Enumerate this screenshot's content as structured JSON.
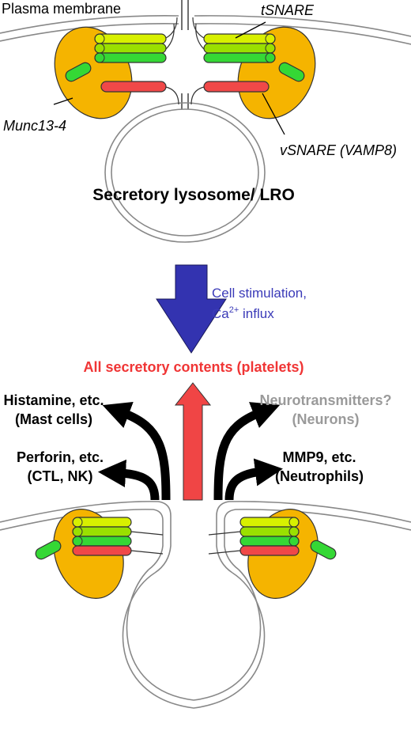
{
  "labels": {
    "plasma_membrane": "Plasma membrane",
    "tsnare": "tSNARE",
    "munc": "Munc13-4",
    "vsnare": "vSNARE (VAMP8)",
    "lysosome": "Secretory lysosome/ LRO",
    "stim_line1": "Cell stimulation,",
    "stim_ca": "Ca",
    "stim_sup": "2+",
    "stim_rest": " influx",
    "all_contents": "All secretory contents (platelets)",
    "histamine_1": "Histamine, etc.",
    "histamine_2": "(Mast cells)",
    "perforin_1": "Perforin, etc.",
    "perforin_2": "(CTL, NK)",
    "neuro_1": "Neurotransmitters?",
    "neuro_2": "(Neurons)",
    "mmp9_1": "MMP9, etc.",
    "mmp9_2": "(Neutrophils)"
  },
  "colors": {
    "munc": "#f5b400",
    "yellow_green": "#d8f000",
    "light_green": "#9ae000",
    "green": "#35d835",
    "red": "#f04848",
    "blue_arrow": "#3333b0",
    "red_arrow": "#f04545",
    "blue_text": "#3a3ab8",
    "red_text": "#f03535",
    "grey_text": "#9a9a9a"
  }
}
